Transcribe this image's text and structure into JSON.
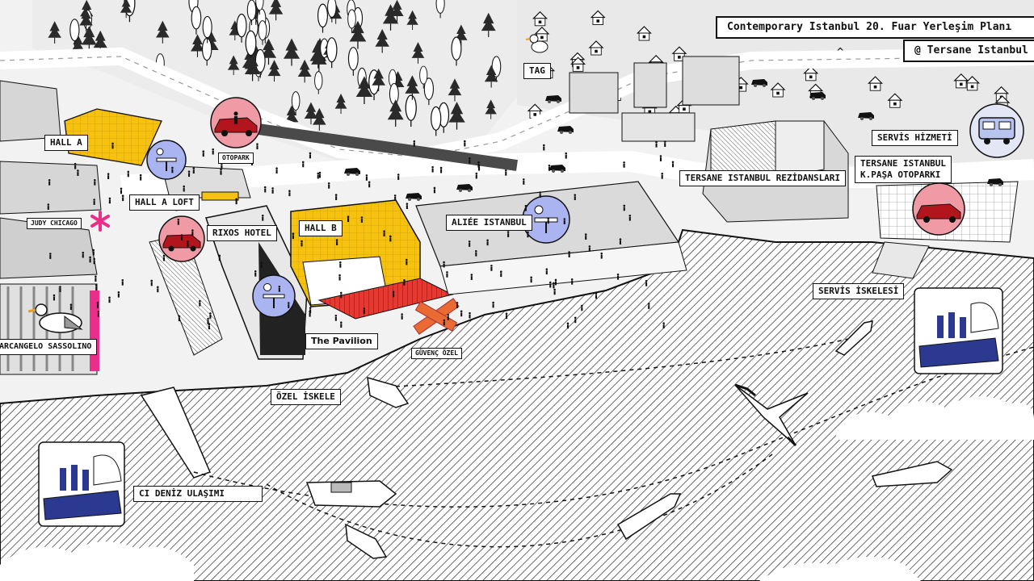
{
  "title": "Contemporary Istanbul 20. Fuar Yerleşim Planı",
  "venue": "@ Tersane Istanbul",
  "colors": {
    "water_hatch": "#1a1a1a",
    "hall_yellow": "#f6c20f",
    "pavilion_red": "#e8382f",
    "sculpture_orange": "#ea6a33",
    "parking_pink": "#ef9aa4",
    "cafe_blue": "#aab4f0",
    "service_blue": "#b9c3ef",
    "art_pink": "#ea2f8a"
  },
  "labels": {
    "tag": "TAG",
    "hall_a": "HALL A",
    "otopark": "OTOPARK",
    "hall_a_loft": "HALL A LOFT",
    "judy_chicago": "JUDY CHICAGO",
    "rixos_hotel": "RIXOS HOTEL",
    "hall_b": "HALL B",
    "aliee": "ALIÉE ISTANBUL",
    "the_pavilion": "The Pavilion",
    "guvenc_ozel": "GÜVENÇ ÖZEL",
    "arcangelo": "ARCANGELO SASSOLINO",
    "ozel_iskele": "ÖZEL İSKELE",
    "ci_deniz": "CI DENİZ ULAŞIMI",
    "servis_iskelesi": "SERVİS İSKELESİ",
    "servis_hizmeti": "SERVİS HİZMETİ",
    "tersane_rezidanslari": "TERSANE ISTANBUL REZİDANSLARI",
    "kpasa_otoparki": "TERSANE ISTANBUL\nK.PAŞA OTOPARKI"
  },
  "icons": {
    "parking": "car-parking-icon",
    "cafe": "cafe-table-icon",
    "ferry": "ferry-passengers-icon",
    "shuttle": "shuttle-bus-icon",
    "seagull": "seagull-icon",
    "artwork": "asterisk-artwork-icon",
    "boat": "boat-icon"
  }
}
